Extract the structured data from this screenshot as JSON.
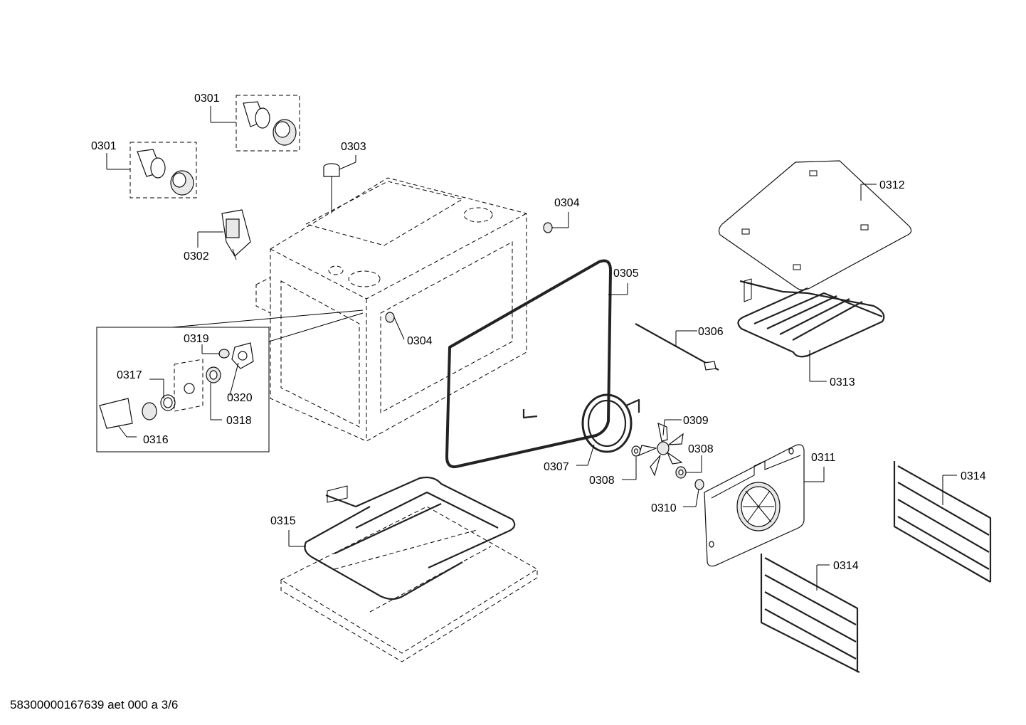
{
  "diagram": {
    "labels": {
      "c0301_top": "0301",
      "c0301_left": "0301",
      "c0302": "0302",
      "c0303": "0303",
      "c0304_top": "0304",
      "c0304_mid": "0304",
      "c0305": "0305",
      "c0306": "0306",
      "c0307": "0307",
      "c0308_left": "0308",
      "c0308_right": "0308",
      "c0309": "0309",
      "c0310": "0310",
      "c0311": "0311",
      "c0312": "0312",
      "c0313": "0313",
      "c0314_top": "0314",
      "c0314_bottom": "0314",
      "c0315": "0315",
      "c0316": "0316",
      "c0317": "0317",
      "c0318": "0318",
      "c0319": "0319",
      "c0320": "0320"
    }
  },
  "footer": {
    "document_id": "58300000167639 aet 000 a 3/6"
  }
}
